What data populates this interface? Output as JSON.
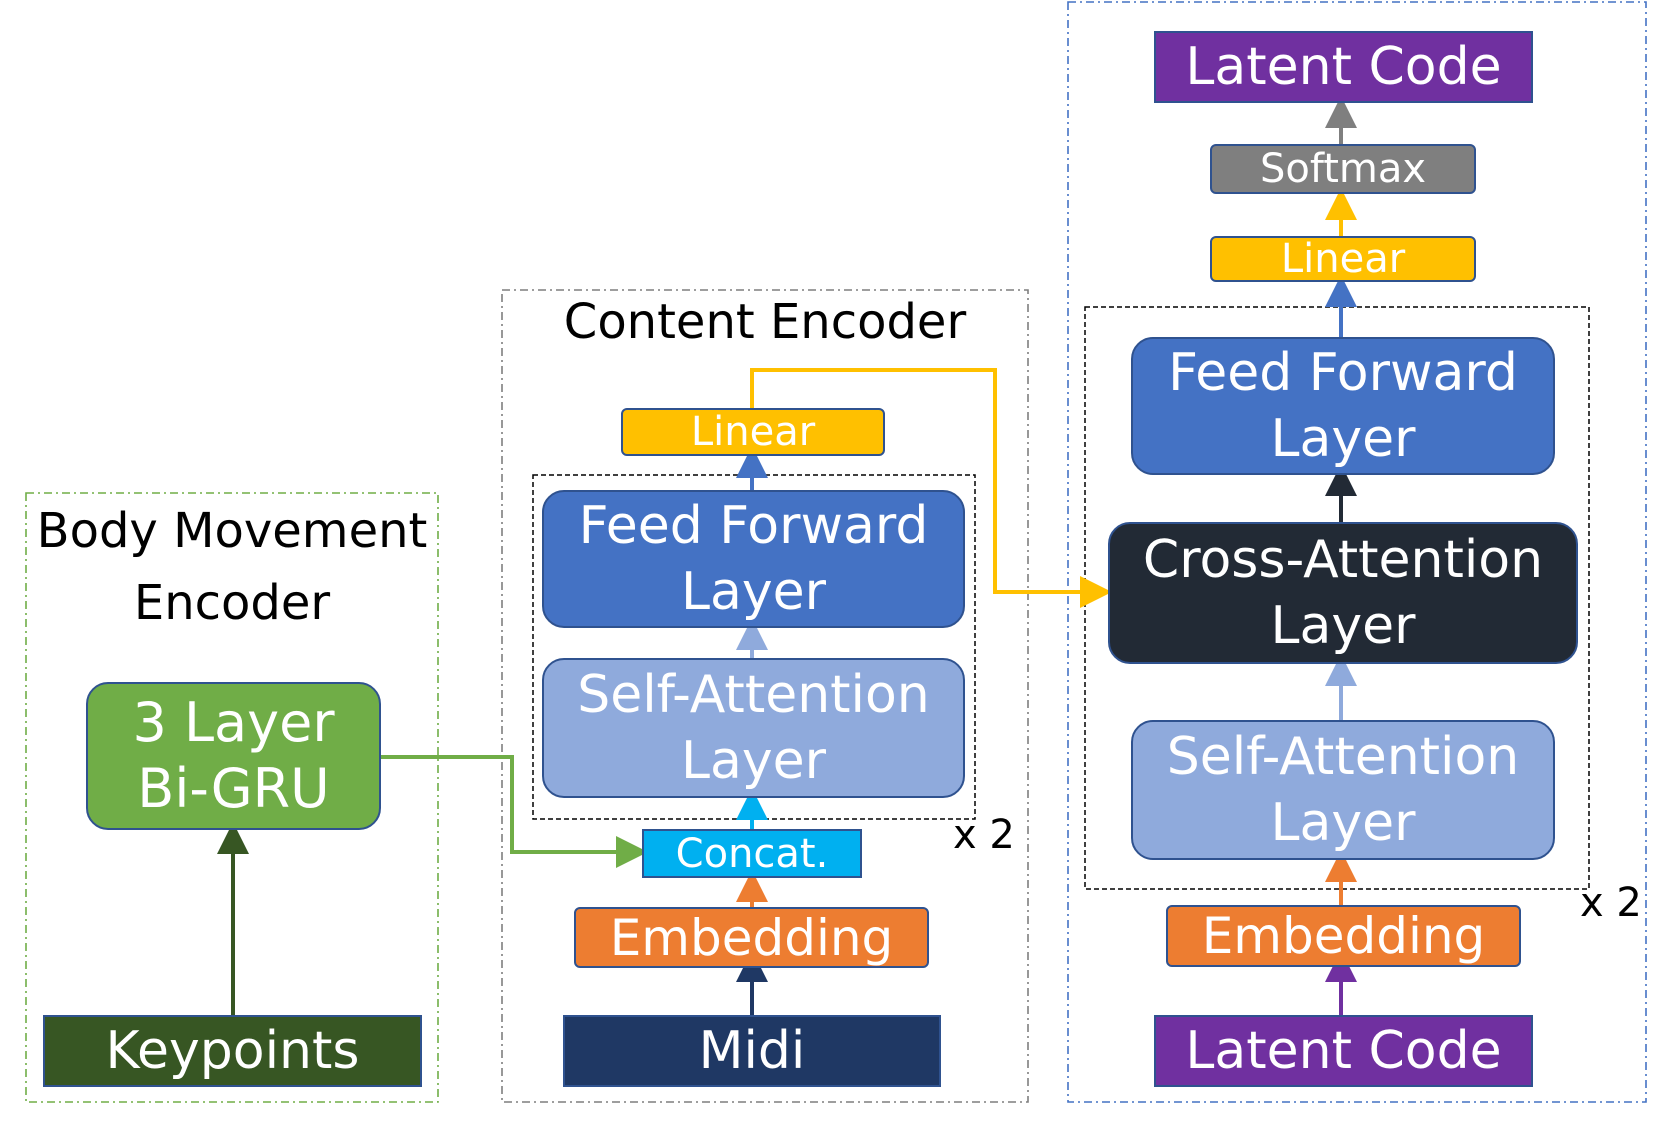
{
  "body_encoder": {
    "title_line1": "Body Movement",
    "title_line2": "Encoder",
    "gru_line1": "3 Layer",
    "gru_line2": "Bi-GRU",
    "keypoints": "Keypoints"
  },
  "content_encoder": {
    "title": "Content Encoder",
    "linear": "Linear",
    "ff_line1": "Feed Forward",
    "ff_line2": "Layer",
    "sa_line1": "Self-Attention",
    "sa_line2": "Layer",
    "concat": "Concat.",
    "embedding": "Embedding",
    "midi": "Midi",
    "repeat": "x 2"
  },
  "decoder": {
    "latent_top": "Latent Code",
    "softmax": "Softmax",
    "linear": "Linear",
    "ff_line1": "Feed Forward",
    "ff_line2": "Layer",
    "ca_line1": "Cross-Attention",
    "ca_line2": "Layer",
    "sa_line1": "Self-Attention",
    "sa_line2": "Layer",
    "embedding": "Embedding",
    "latent_bottom": "Latent Code",
    "repeat": "x 2"
  },
  "colors": {
    "green": "#70ad47",
    "dark_green": "#375623",
    "navy": "#1f3864",
    "orange": "#ed7d31",
    "cyan": "#00b0f0",
    "light_blue": "#8faadc",
    "blue": "#4472c4",
    "yellow": "#ffc000",
    "gray": "#7f7f7f",
    "purple": "#7030a0",
    "black_box": "#222a35"
  }
}
